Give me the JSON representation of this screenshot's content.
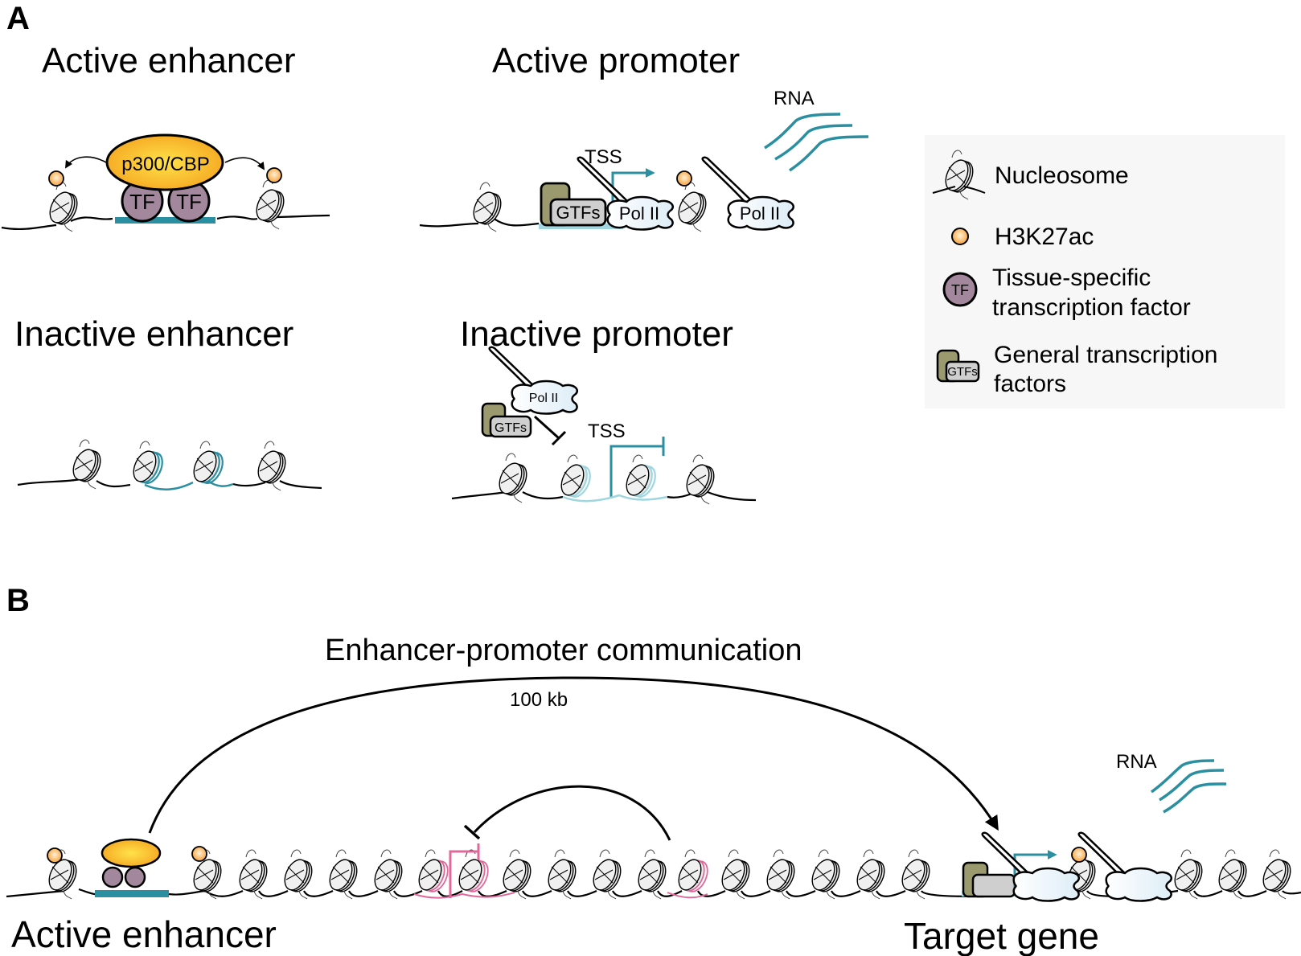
{
  "panel_a": {
    "letter": "A",
    "active_enhancer": {
      "title": "Active enhancer",
      "coactivator_label": "p300/CBP",
      "tf_labels": [
        "TF",
        "TF"
      ]
    },
    "active_promoter": {
      "title": "Active promoter",
      "tss_label": "TSS",
      "gtfs_label": "GTFs",
      "pol_labels": [
        "Pol II",
        "Pol II"
      ],
      "rna_label": "RNA"
    },
    "inactive_enhancer": {
      "title": "Inactive enhancer"
    },
    "inactive_promoter": {
      "title": "Inactive promoter",
      "tss_label": "TSS",
      "gtfs_label": "GTFs",
      "pol_label": "Pol II"
    },
    "legend": {
      "items": [
        {
          "icon": "nucleosome-icon",
          "label": "Nucleosome"
        },
        {
          "icon": "h3k27ac-icon",
          "label": "H3K27ac"
        },
        {
          "icon": "tf-icon",
          "icon_text": "TF",
          "label_line1": "Tissue-specific",
          "label_line2": "transcription factor"
        },
        {
          "icon": "gtfs-icon",
          "icon_text": "GTFs",
          "label_line1": "General transcription",
          "label_line2": "factors"
        }
      ]
    }
  },
  "panel_b": {
    "letter": "B",
    "communication_label": "Enhancer-promoter communication",
    "distance_label": "100 kb",
    "rna_label": "RNA",
    "enhancer_label": "Active enhancer",
    "target_label": "Target gene"
  },
  "colors": {
    "teal": "#2a8fa0",
    "light_teal": "#9fd6df",
    "tf_purple": "#a3879d",
    "coactivator_orange": "#f5b325",
    "acetyl_orange": "#f7a84a",
    "gtf_olive": "#9b9a6e",
    "gtf_gray": "#cfcfcf",
    "pol_fill": "#eef6fb",
    "repressive_pink": "#e0689a",
    "legend_bg": "#f7f7f7"
  }
}
